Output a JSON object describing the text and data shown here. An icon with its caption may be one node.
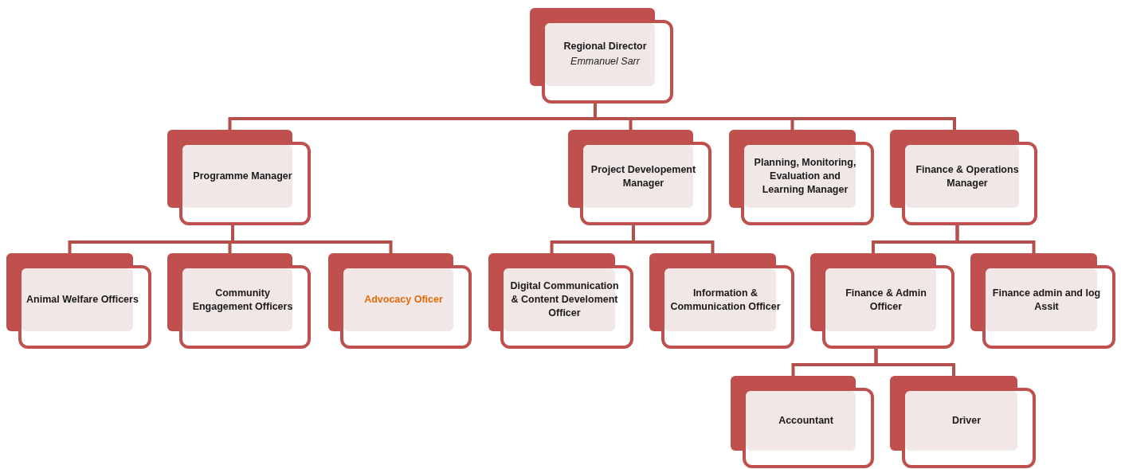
{
  "diagram": {
    "nodes": [
      {
        "text": [
          "Regional Director",
          "Emmanuel Sarr"
        ]
      },
      {
        "text": [
          "Programme Manager"
        ]
      },
      {
        "text": [
          "Project Developement Manager"
        ]
      },
      {
        "text": [
          "Planning, Monitoring, Evaluation and Learning Manager"
        ]
      },
      {
        "text": [
          "Finance & Operations Manager"
        ]
      },
      {
        "text": [
          "Animal Welfare Officers"
        ]
      },
      {
        "text": [
          "Community Engagement Officers"
        ]
      },
      {
        "text": [
          "Advocacy Oficer"
        ]
      },
      {
        "text": [
          "Digital Communication & Content Develoment Officer"
        ]
      },
      {
        "text": [
          "Information & Communication Officer"
        ]
      },
      {
        "text": [
          "Finance & Admin Officer"
        ]
      },
      {
        "text": [
          "Finance admin and log Assit"
        ]
      },
      {
        "text": [
          "Accountant"
        ]
      },
      {
        "text": [
          "Driver"
        ]
      }
    ],
    "edges": [
      {
        "from": 0,
        "to": 1,
        "arrow": "none"
      },
      {
        "from": 0,
        "to": 2,
        "arrow": "none"
      },
      {
        "from": 0,
        "to": 3,
        "arrow": "none"
      },
      {
        "from": 0,
        "to": 4,
        "arrow": "none"
      },
      {
        "from": 1,
        "to": 5,
        "arrow": "none"
      },
      {
        "from": 1,
        "to": 6,
        "arrow": "none"
      },
      {
        "from": 1,
        "to": 7,
        "arrow": "none"
      },
      {
        "from": 2,
        "to": 8,
        "arrow": "none"
      },
      {
        "from": 2,
        "to": 9,
        "arrow": "none"
      },
      {
        "from": 4,
        "to": 10,
        "arrow": "none"
      },
      {
        "from": 4,
        "to": 11,
        "arrow": "none"
      },
      {
        "from": 10,
        "to": 12,
        "arrow": "none"
      },
      {
        "from": 10,
        "to": 13,
        "arrow": "none"
      }
    ]
  }
}
